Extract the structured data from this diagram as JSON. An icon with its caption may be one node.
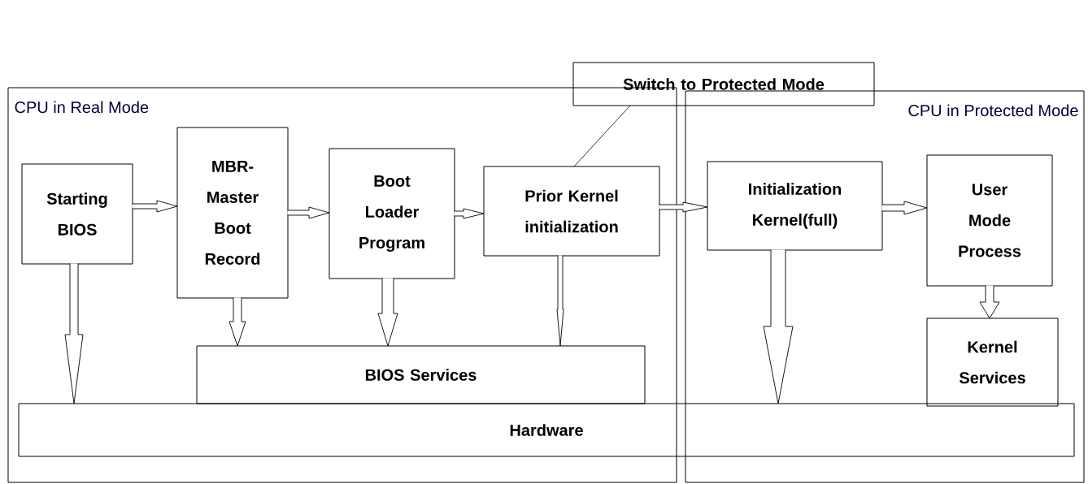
{
  "diagram": {
    "nodes": [
      {
        "text": [
          "CPU in Real Mode"
        ]
      },
      {
        "text": [
          "CPU in Protected Mode"
        ]
      },
      {
        "text": [
          "Switch to Protected Mode"
        ]
      },
      {
        "text": [
          "Starting BIOS"
        ],
        "in": 0
      },
      {
        "text": [
          "MBR- Master Boot Record"
        ],
        "in": 0
      },
      {
        "text": [
          "Boot Loader Program"
        ],
        "in": 0
      },
      {
        "text": [
          "Prior Kernel initialization"
        ],
        "in": 0
      },
      {
        "text": [
          "Initialization Kernel(full)"
        ],
        "in": 1
      },
      {
        "text": [
          "User Mode Process"
        ],
        "in": 1
      },
      {
        "text": [
          "Kernel Services"
        ],
        "in": 1
      },
      {
        "text": [
          "BIOS Services"
        ],
        "in": 0
      },
      {
        "text": [
          "Hardware"
        ]
      }
    ],
    "edges": [
      {
        "from": 3,
        "to": 4,
        "arrow": "to"
      },
      {
        "from": 4,
        "to": 5,
        "arrow": "to"
      },
      {
        "from": 5,
        "to": 6,
        "arrow": "to"
      },
      {
        "from": 6,
        "to": 7,
        "arrow": "to"
      },
      {
        "from": 7,
        "to": 8,
        "arrow": "to"
      },
      {
        "from": 3,
        "to": 11,
        "arrow": "to"
      },
      {
        "from": 4,
        "to": 10,
        "arrow": "to"
      },
      {
        "from": 5,
        "to": 10,
        "arrow": "to"
      },
      {
        "from": 6,
        "to": 10,
        "arrow": "to"
      },
      {
        "from": 7,
        "to": 11,
        "arrow": "to"
      },
      {
        "from": 8,
        "to": 9,
        "arrow": "to"
      },
      {
        "from": 2,
        "to": 6,
        "arrow": "none"
      }
    ]
  }
}
